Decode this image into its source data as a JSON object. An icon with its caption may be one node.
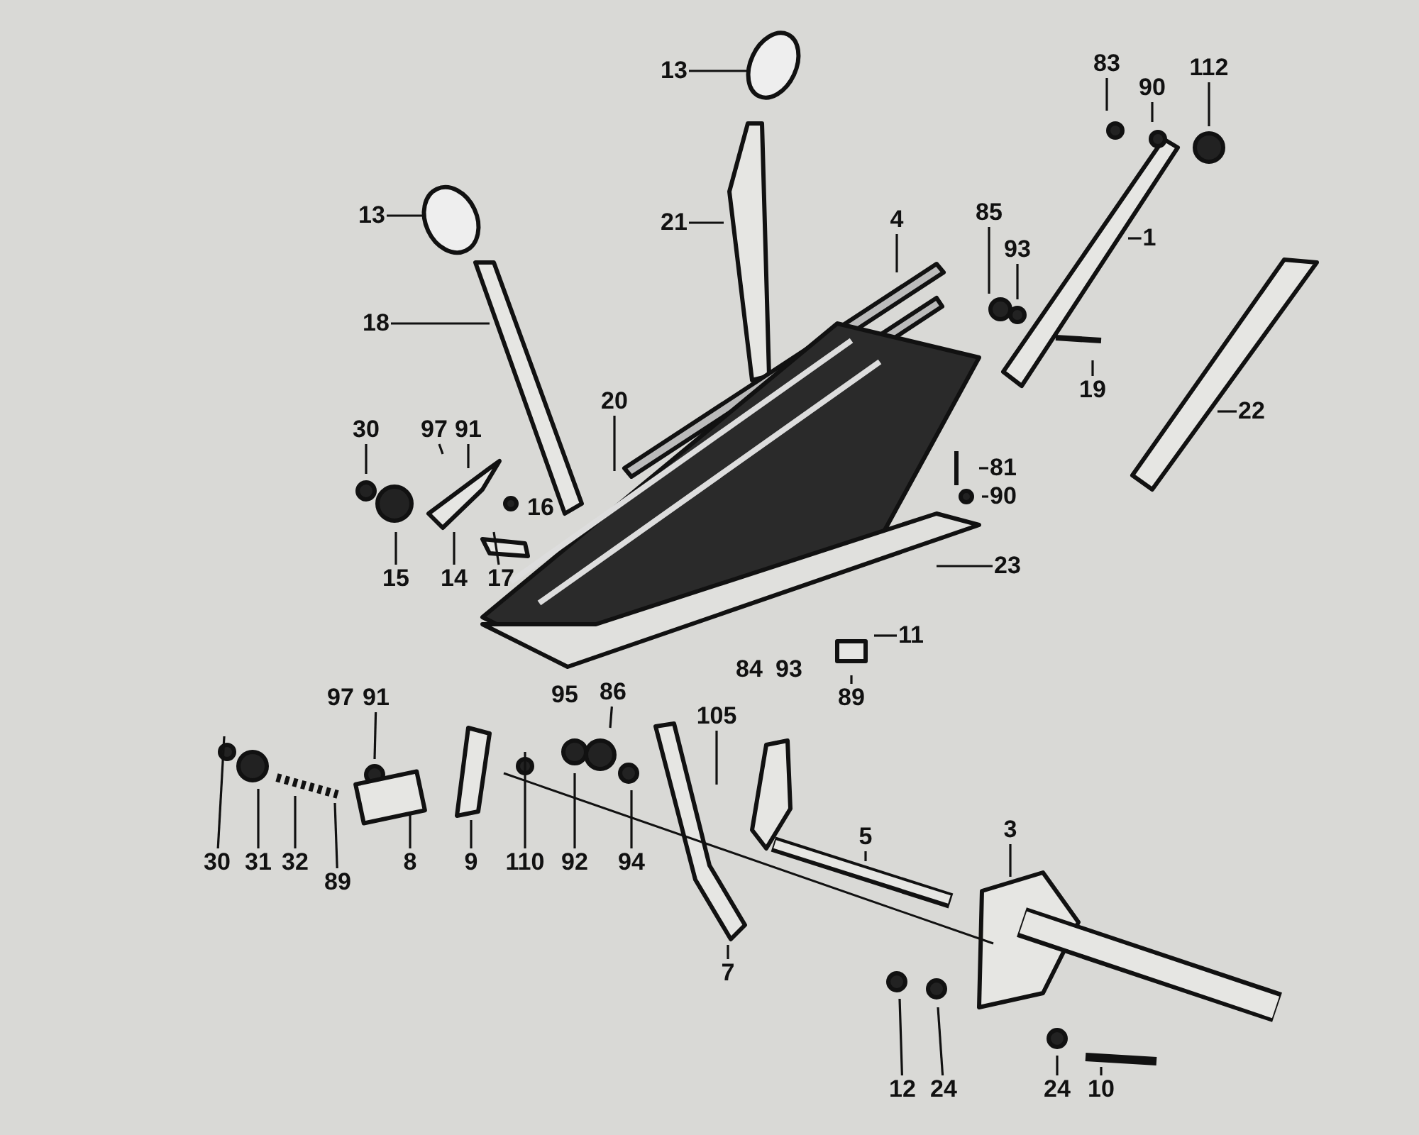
{
  "diagram": {
    "nodes": [
      {
        "text": [
          "13"
        ]
      },
      {
        "text": [
          "13"
        ]
      },
      {
        "text": [
          "18"
        ]
      },
      {
        "text": [
          "21"
        ]
      },
      {
        "text": [
          "4"
        ]
      },
      {
        "text": [
          "20"
        ]
      },
      {
        "text": [
          "30"
        ]
      },
      {
        "text": [
          "97"
        ]
      },
      {
        "text": [
          "91"
        ]
      },
      {
        "text": [
          "15"
        ]
      },
      {
        "text": [
          "14"
        ]
      },
      {
        "text": [
          "17"
        ]
      },
      {
        "text": [
          "83"
        ]
      },
      {
        "text": [
          "90"
        ]
      },
      {
        "text": [
          "112"
        ]
      },
      {
        "text": [
          "85"
        ]
      },
      {
        "text": [
          "93"
        ]
      },
      {
        "text": [
          "1"
        ]
      },
      {
        "text": [
          "19"
        ]
      },
      {
        "text": [
          "22"
        ]
      },
      {
        "text": [
          "81"
        ]
      },
      {
        "text": [
          "90"
        ]
      },
      {
        "text": [
          "23"
        ]
      },
      {
        "text": [
          "11"
        ]
      },
      {
        "text": [
          "89"
        ]
      },
      {
        "text": [
          "91"
        ]
      },
      {
        "text": [
          "86"
        ]
      },
      {
        "text": [
          "105"
        ]
      },
      {
        "text": [
          "30"
        ]
      },
      {
        "text": [
          "31"
        ]
      },
      {
        "text": [
          "32"
        ]
      },
      {
        "text": [
          "89"
        ]
      },
      {
        "text": [
          "8"
        ]
      },
      {
        "text": [
          "9"
        ]
      },
      {
        "text": [
          "110"
        ]
      },
      {
        "text": [
          "92"
        ]
      },
      {
        "text": [
          "94"
        ]
      },
      {
        "text": [
          "7"
        ]
      },
      {
        "text": [
          "5"
        ]
      },
      {
        "text": [
          "3"
        ]
      },
      {
        "text": [
          "12"
        ]
      },
      {
        "text": [
          "24"
        ]
      },
      {
        "text": [
          "24"
        ]
      },
      {
        "text": [
          "10"
        ]
      }
    ],
    "edges": [
      {
        "from": 0,
        "to": null,
        "arrow": "none"
      },
      {
        "from": 1,
        "to": null,
        "arrow": "none"
      },
      {
        "from": 2,
        "to": null,
        "arrow": "none"
      },
      {
        "from": 3,
        "to": null,
        "arrow": "none"
      },
      {
        "from": 4,
        "to": null,
        "arrow": "none"
      },
      {
        "from": 5,
        "to": null,
        "arrow": "none"
      },
      {
        "from": 6,
        "to": null,
        "arrow": "none"
      },
      {
        "from": 7,
        "to": null,
        "arrow": "none"
      },
      {
        "from": 8,
        "to": null,
        "arrow": "none"
      },
      {
        "from": 9,
        "to": null,
        "arrow": "none"
      },
      {
        "from": 10,
        "to": null,
        "arrow": "none"
      },
      {
        "from": 11,
        "to": null,
        "arrow": "none"
      },
      {
        "from": 12,
        "to": null,
        "arrow": "none"
      },
      {
        "from": 13,
        "to": null,
        "arrow": "none"
      },
      {
        "from": 14,
        "to": null,
        "arrow": "none"
      },
      {
        "from": 15,
        "to": null,
        "arrow": "none"
      },
      {
        "from": 16,
        "to": null,
        "arrow": "none"
      },
      {
        "from": 17,
        "to": null,
        "arrow": "none"
      },
      {
        "from": 18,
        "to": null,
        "arrow": "none"
      },
      {
        "from": 19,
        "to": null,
        "arrow": "none"
      },
      {
        "from": 20,
        "to": null,
        "arrow": "none"
      },
      {
        "from": 21,
        "to": null,
        "arrow": "none"
      },
      {
        "from": 22,
        "to": null,
        "arrow": "none"
      },
      {
        "from": 23,
        "to": null,
        "arrow": "none"
      },
      {
        "from": 24,
        "to": null,
        "arrow": "none"
      },
      {
        "from": 25,
        "to": null,
        "arrow": "none"
      },
      {
        "from": 26,
        "to": null,
        "arrow": "none"
      },
      {
        "from": 27,
        "to": null,
        "arrow": "none"
      },
      {
        "from": 28,
        "to": null,
        "arrow": "none"
      },
      {
        "from": 29,
        "to": null,
        "arrow": "none"
      },
      {
        "from": 30,
        "to": null,
        "arrow": "none"
      },
      {
        "from": 31,
        "to": null,
        "arrow": "none"
      },
      {
        "from": 32,
        "to": null,
        "arrow": "none"
      },
      {
        "from": 33,
        "to": null,
        "arrow": "none"
      },
      {
        "from": 34,
        "to": null,
        "arrow": "none"
      },
      {
        "from": 35,
        "to": null,
        "arrow": "none"
      },
      {
        "from": 36,
        "to": null,
        "arrow": "none"
      },
      {
        "from": 37,
        "to": null,
        "arrow": "none"
      },
      {
        "from": 38,
        "to": null,
        "arrow": "none"
      },
      {
        "from": 39,
        "to": null,
        "arrow": "none"
      },
      {
        "from": 40,
        "to": null,
        "arrow": "none"
      },
      {
        "from": 41,
        "to": null,
        "arrow": "none"
      },
      {
        "from": 42,
        "to": null,
        "arrow": "none"
      },
      {
        "from": 43,
        "to": null,
        "arrow": "none"
      }
    ],
    "labels": [
      "16",
      "84",
      "93",
      "95",
      "97"
    ]
  }
}
